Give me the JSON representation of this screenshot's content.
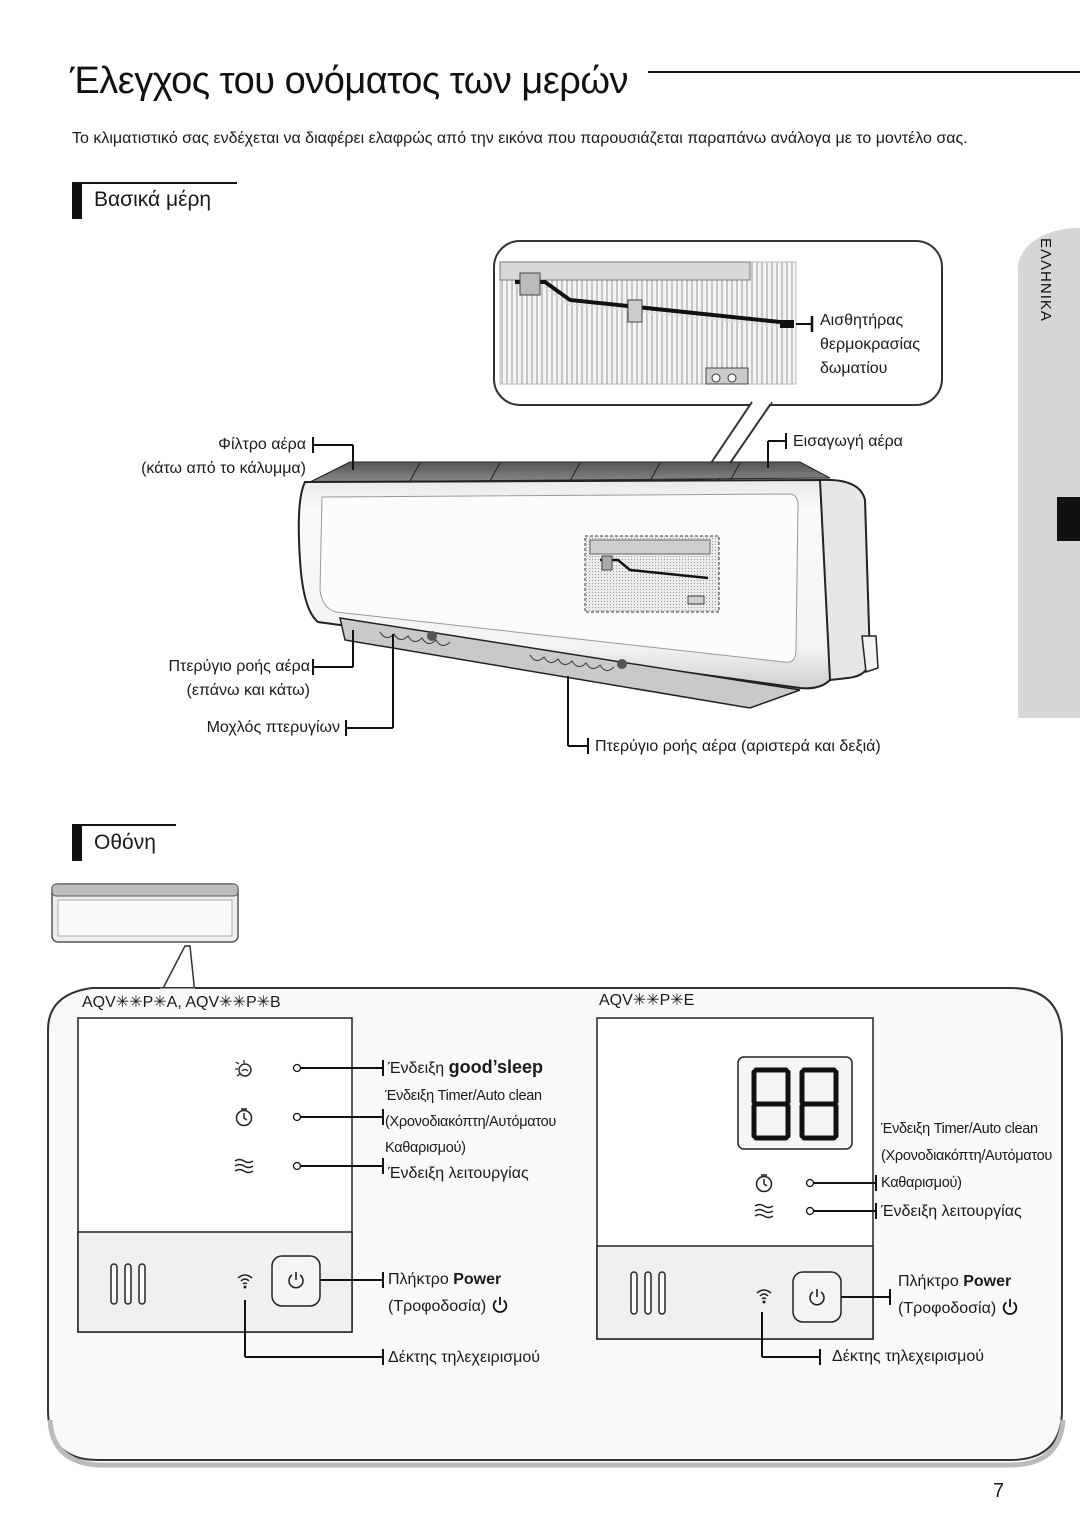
{
  "page": {
    "title": "Έλεγχος του ονόματος των μερών",
    "intro": "Το κλιματιστικό σας ενδέχεται να διαφέρει ελαφρώς από την εικόνα που παρουσιάζεται παραπάνω ανάλογα με το μοντέλο σας.",
    "side_tab": "ΕΛΛΗΝΙΚΑ",
    "page_number": "7"
  },
  "basic_parts": {
    "heading": "Βασικά μέρη",
    "labels": {
      "temp_sensor": [
        "Αισθητήρας",
        "θερμοκρασίας",
        "δωματίου"
      ],
      "air_filter": "Φίλτρο αέρα",
      "air_filter_note": "(κάτω από το κάλυμμα)",
      "air_inlet": "Εισαγωγή αέρα",
      "vertical_blade": "Πτερύγιο ροής αέρα",
      "vertical_blade_note": "(επάνω και κάτω)",
      "blade_lever": "Μοχλός πτερυγίων",
      "horizontal_blade": "Πτερύγιο ροής αέρα (αριστερά και δεξιά)"
    }
  },
  "display": {
    "heading": "Οθόνη",
    "panel_a": {
      "model": "AQV✳✳P✳A, AQV✳✳P✳B",
      "good_sleep_prefix": "Ένδειξη",
      "good_sleep_name": "good’sleep",
      "timer": [
        "Ένδειξη Timer/Auto clean",
        "(Χρονοδιακόπτη/Αυτόματου",
        "Καθαρισμού)"
      ],
      "operation": "Ένδειξη λειτουργίας",
      "power_prefix": "Πλήκτρο",
      "power_name": "Power",
      "power_note": "(Τροφοδοσία)",
      "receiver": "Δέκτης τηλεχειρισμού"
    },
    "panel_e": {
      "model": "AQV✳✳P✳E",
      "segment_display": "88",
      "timer": [
        "Ένδειξη Timer/Auto clean",
        "(Χρονοδιακόπτη/Αυτόματου",
        "Καθαρισμού)"
      ],
      "operation": "Ένδειξη λειτουργίας",
      "power_prefix": "Πλήκτρο",
      "power_name": "Power",
      "power_note": "(Τροφοδοσία)",
      "receiver": "Δέκτης τηλεχειρισμού"
    }
  }
}
